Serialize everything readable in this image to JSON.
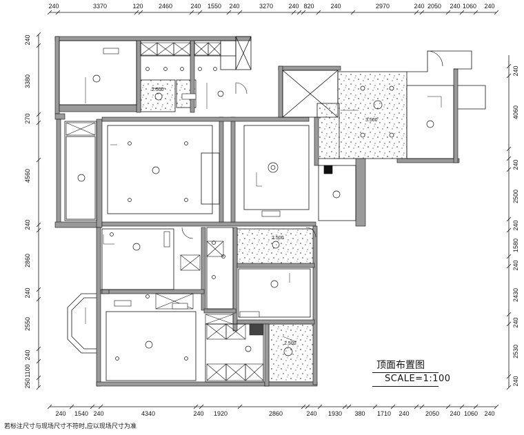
{
  "drawing": {
    "title": "顶面布置图",
    "scale": "SCALE=1:100",
    "note": "若标注尺寸与现场尺寸不符时,应以现场尺寸为准",
    "dims_top": [
      "240",
      "3370",
      "120",
      "2460",
      "240",
      "1550",
      "240",
      "3270",
      "240",
      "820",
      "240",
      "2970",
      "240",
      "2050",
      "240",
      "1060",
      "240"
    ],
    "dims_bottom": [
      "240",
      "1540",
      "240",
      "4340",
      "240",
      "1920",
      "2860",
      "240",
      "1930",
      "380",
      "1710",
      "240",
      "2050",
      "240",
      "1060",
      "240"
    ],
    "dims_left": [
      "240",
      "3380",
      "270",
      "4560",
      "240",
      "2860",
      "240",
      "2550",
      "240",
      "1100",
      "250"
    ],
    "dims_right": [
      "240",
      "4060",
      "240",
      "2500",
      "240",
      "1580",
      "240",
      "2430",
      "240",
      "2530",
      "240"
    ],
    "elevations": [
      "2.500",
      "3.500",
      "2.500",
      "2.500"
    ]
  }
}
